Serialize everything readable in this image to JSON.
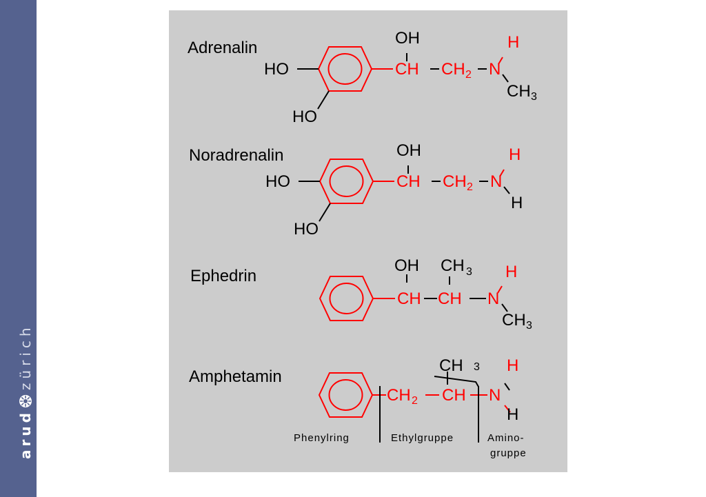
{
  "brand": {
    "part1": "arud",
    "part2": "zürich",
    "logo_icon": "flower-logo-icon"
  },
  "colors": {
    "sidebar": "#55628f",
    "panel": "#cccccc",
    "highlight": "#ff0000",
    "text": "#000000"
  },
  "molecules": [
    {
      "name": "Adrenalin",
      "ring_substituents": [
        "HO",
        "HO"
      ],
      "oh": "OH",
      "chain": [
        {
          "t": "CH"
        },
        {
          "t": "CH",
          "sub": "2"
        },
        {
          "t": "N"
        }
      ],
      "n_top": "H",
      "n_bottom": {
        "t": "CH",
        "sub": "3"
      }
    },
    {
      "name": "Noradrenalin",
      "ring_substituents": [
        "HO",
        "HO"
      ],
      "oh": "OH",
      "chain": [
        {
          "t": "CH"
        },
        {
          "t": "CH",
          "sub": "2"
        },
        {
          "t": "N"
        }
      ],
      "n_top": "H",
      "n_bottom": {
        "t": "H"
      }
    },
    {
      "name": "Ephedrin",
      "oh": "OH",
      "methyl": {
        "t": "CH",
        "sub": "3"
      },
      "chain": [
        {
          "t": "CH"
        },
        {
          "t": "CH"
        },
        {
          "t": "N"
        }
      ],
      "n_top": "H",
      "n_bottom": {
        "t": "CH",
        "sub": "3"
      }
    },
    {
      "name": "Amphetamin",
      "methyl": {
        "t": "CH",
        "sub": "3"
      },
      "chain": [
        {
          "t": "CH",
          "sub": "2"
        },
        {
          "t": "CH"
        },
        {
          "t": "N"
        }
      ],
      "n_top": "H",
      "n_bottom": {
        "t": "H"
      },
      "groups": [
        "Phenylring",
        "Ethylgruppe",
        "Amino-",
        "gruppe"
      ]
    }
  ]
}
